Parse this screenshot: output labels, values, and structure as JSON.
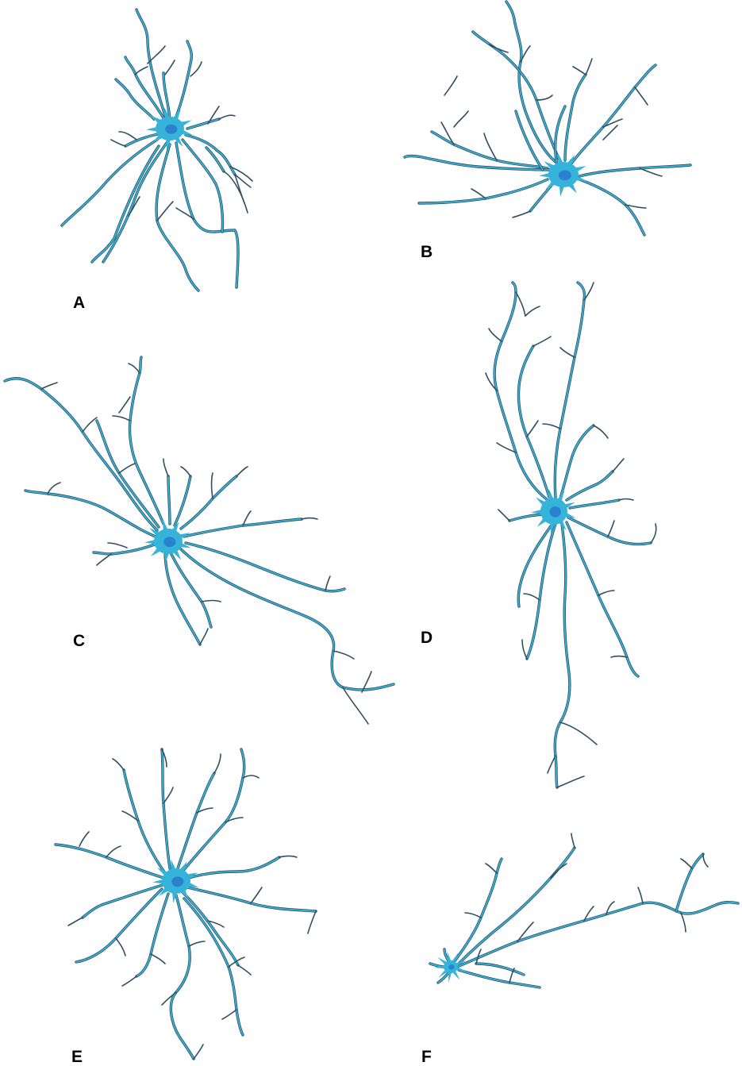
{
  "colors": {
    "cell_body": "#36B3D8",
    "nucleus": "#2A82CF",
    "process_fill": "#36B3D8",
    "process_outline": "#2F4F62",
    "label": "#000000"
  },
  "panels": [
    {
      "id": "A",
      "label": "A"
    },
    {
      "id": "B",
      "label": "B"
    },
    {
      "id": "C",
      "label": "C"
    },
    {
      "id": "D",
      "label": "D"
    },
    {
      "id": "E",
      "label": "E"
    },
    {
      "id": "F",
      "label": "F"
    }
  ]
}
